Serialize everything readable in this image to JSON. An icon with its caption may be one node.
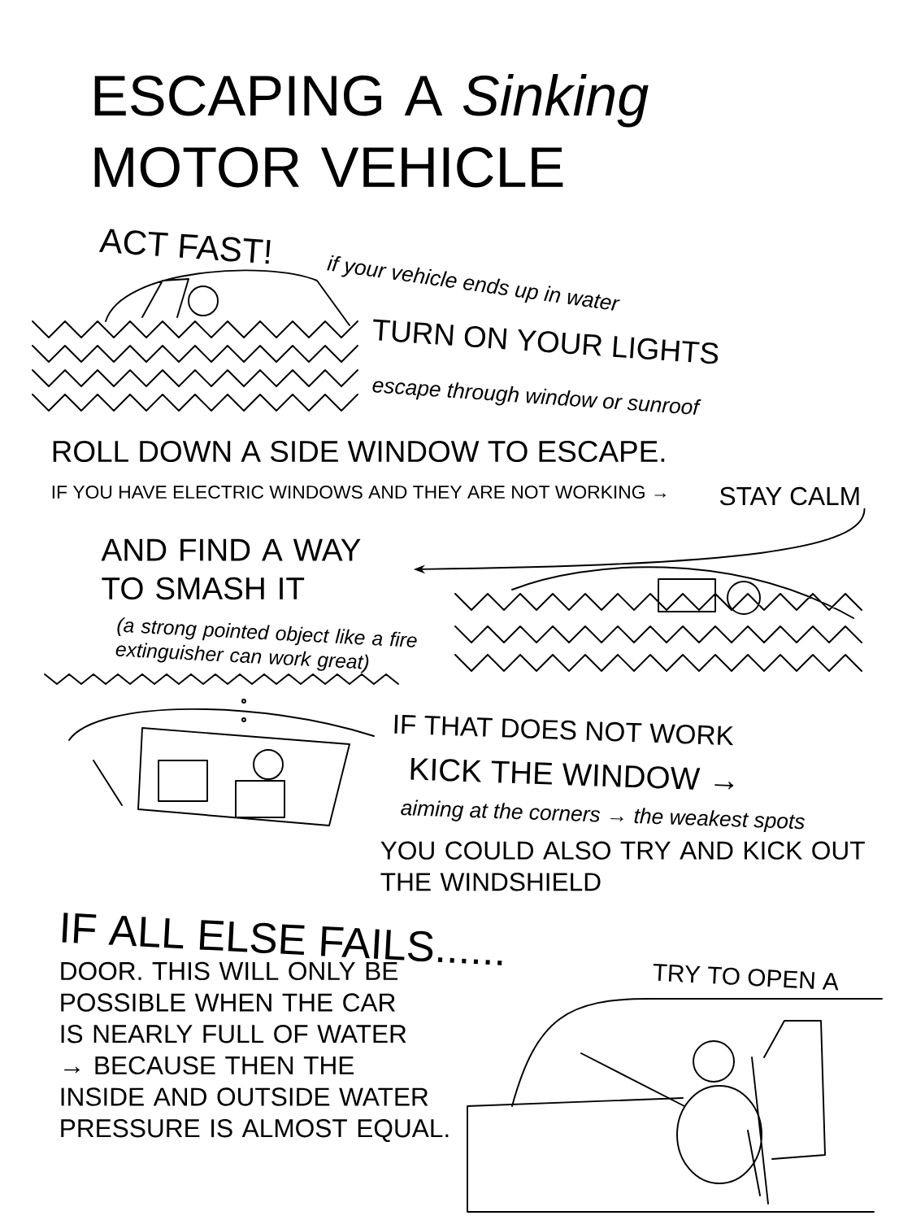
{
  "diagram": {
    "title": "ESCAPING A *Sinking* MOTOR VEHICLE",
    "nodes": [
      {
        "text": [
          "STAY CALM"
        ]
      },
      {
        "text": [
          "AND FIND A WAY TO SMASH IT"
        ]
      }
    ],
    "edges": [
      {
        "from": 0,
        "to": 1,
        "arrow": "to"
      }
    ],
    "labels": [
      "ACT FAST!",
      "if your vehicle ends up in water",
      "TURN ON YOUR LIGHTS",
      "escape through window or sunroof",
      "ROLL DOWN A SIDE WINDOW TO ESCAPE.",
      "IF YOU HAVE ELECTRIC WINDOWS AND THEY ARE NOT WORKING →",
      "(a strong pointed object like a fire extinguisher can work great)",
      "IF THAT DOES NOT WORK",
      "KICK THE WINDOW →",
      "aiming at the corners → the weakest spots",
      "YOU COULD ALSO TRY AND KICK OUT THE WINDSHIELD",
      "IF ALL ELSE FAILS......",
      "TRY TO OPEN A",
      "DOOR. THIS WILL ONLY BE POSSIBLE WHEN THE CAR IS NEARLY FULL OF WATER → BECAUSE THEN THE INSIDE AND OUTSIDE WATER PRESSURE IS ALMOST EQUAL."
    ]
  }
}
